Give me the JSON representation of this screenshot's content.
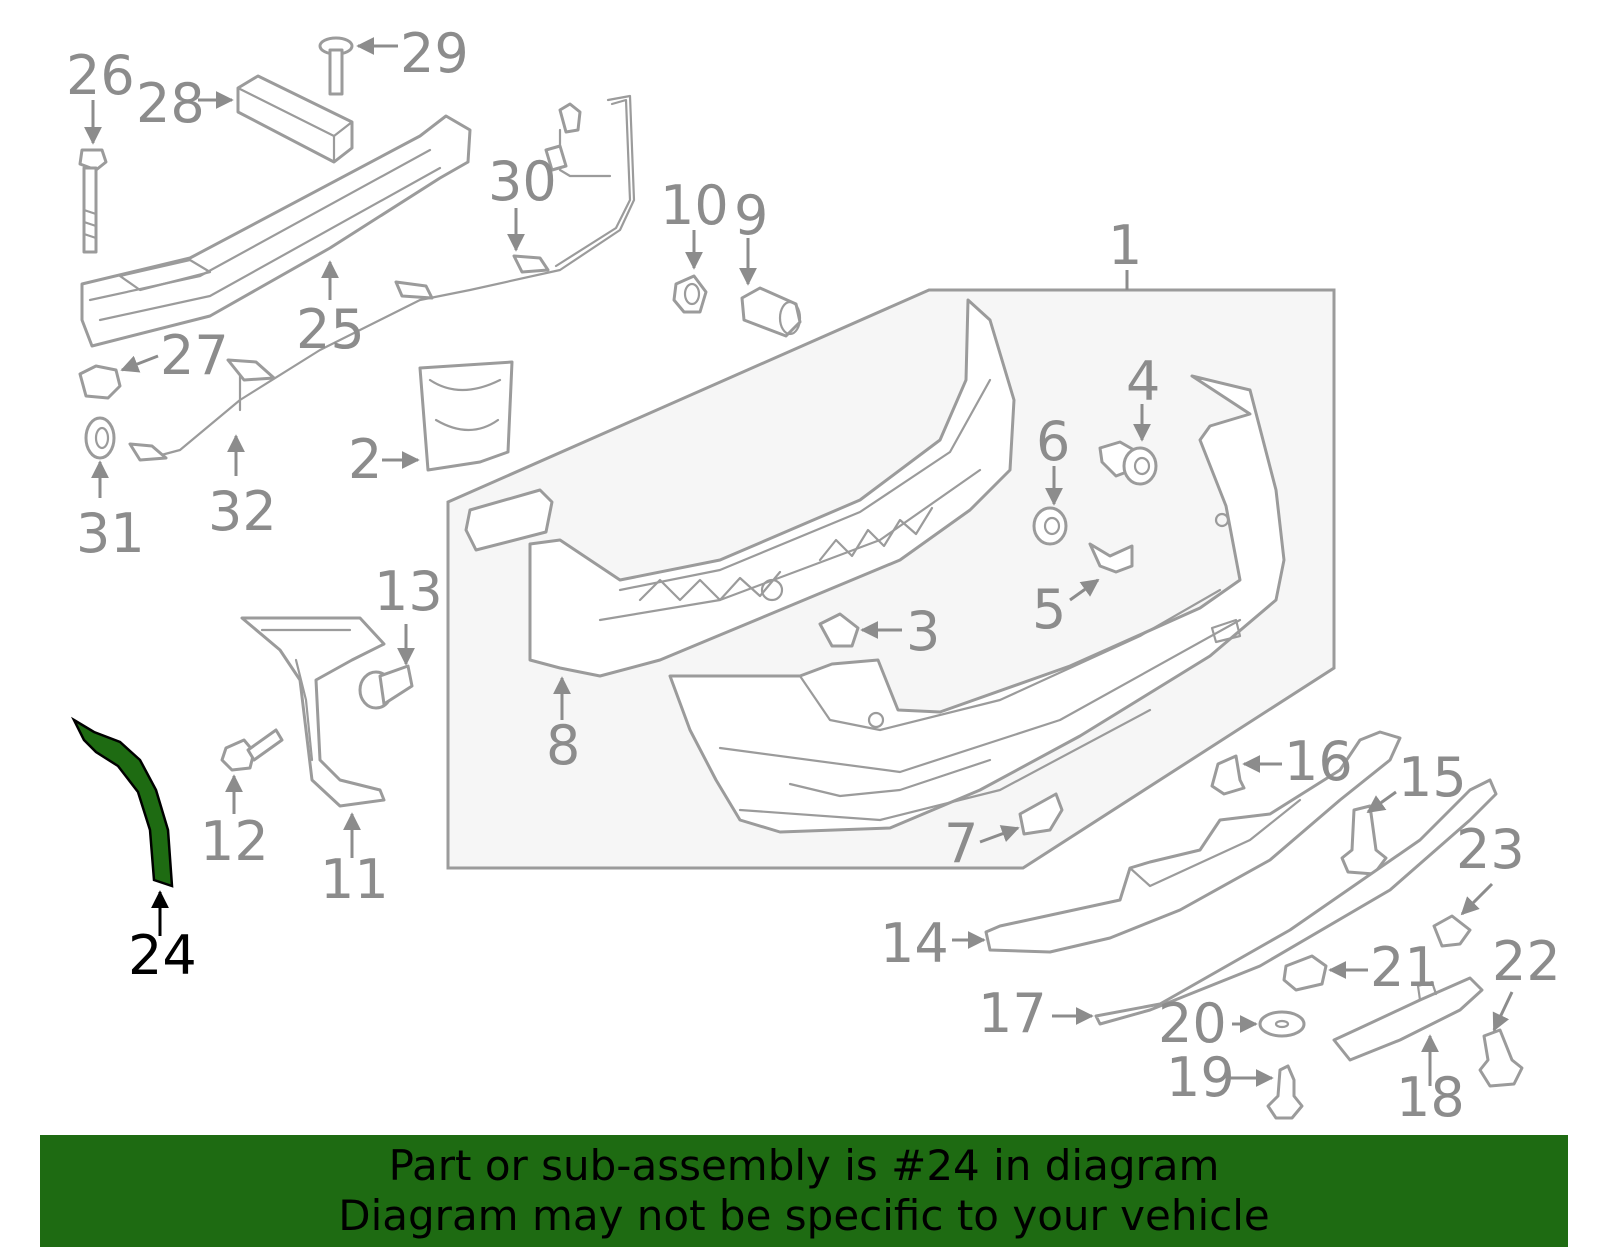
{
  "diagram": {
    "highlight_color": "#1e6b12",
    "line_color": "#9b9b9b",
    "callouts": {
      "c1": "1",
      "c2": "2",
      "c3": "3",
      "c4": "4",
      "c5": "5",
      "c6": "6",
      "c7": "7",
      "c8": "8",
      "c9": "9",
      "c10": "10",
      "c11": "11",
      "c12": "12",
      "c13": "13",
      "c14": "14",
      "c15": "15",
      "c16": "16",
      "c17": "17",
      "c18": "18",
      "c19": "19",
      "c20": "20",
      "c21": "21",
      "c22": "22",
      "c23": "23",
      "c24": "24",
      "c25": "25",
      "c26": "26",
      "c27": "27",
      "c28": "28",
      "c29": "29",
      "c30": "30",
      "c31": "31",
      "c32": "32"
    },
    "highlighted_part": "24"
  },
  "banner": {
    "background": "#1e6b12",
    "line1": "Part or sub-assembly is #24 in diagram",
    "line2": "Diagram may not be specific to your vehicle"
  }
}
